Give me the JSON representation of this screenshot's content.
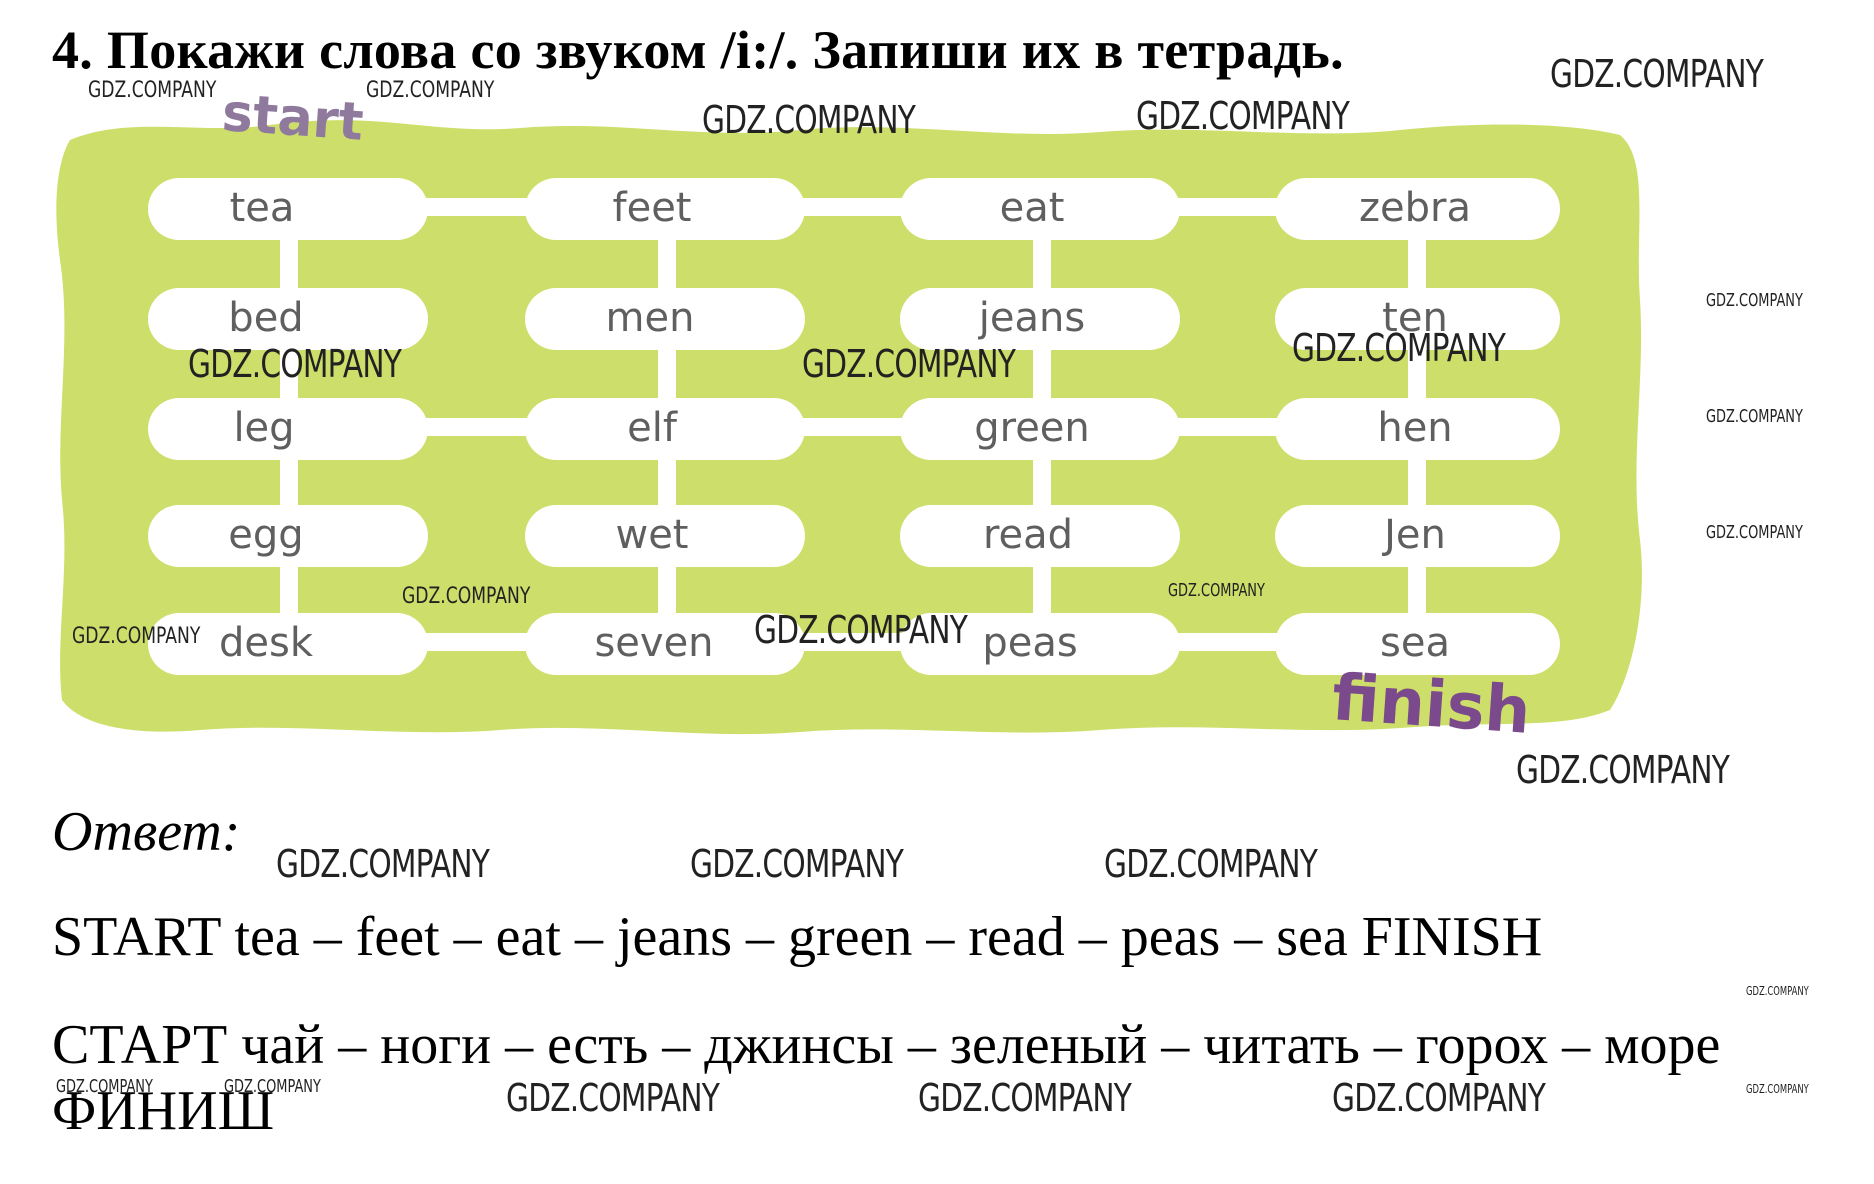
{
  "task": {
    "title": "4. Покажи слова со звуком /i:/. Запиши их в тетрадь."
  },
  "puzzle": {
    "start_label": "start",
    "finish_label": "finish",
    "rows": [
      [
        "tea",
        "feet",
        "eat",
        "zebra"
      ],
      [
        "bed",
        "men",
        "jeans",
        "ten"
      ],
      [
        "leg",
        "elf",
        "green",
        "hen"
      ],
      [
        "egg",
        "wet",
        "read",
        "Jen"
      ],
      [
        "desk",
        "seven",
        "peas",
        "sea"
      ]
    ],
    "colors": {
      "frame": "#cddf6a",
      "cell": "#ffffff",
      "start": "#8f7a9e",
      "finish": "#7b4a8d"
    }
  },
  "answer": {
    "label": "Ответ:",
    "line_en": "START tea – feet – eat – jeans – green – read – peas – sea FINISH",
    "line_ru_1": "СТАРТ чай – ноги – есть – джинсы – зеленый – читать – горох – море",
    "line_ru_2": "ФИНИШ"
  },
  "watermark": {
    "text": "GDZ.COMPANY"
  }
}
